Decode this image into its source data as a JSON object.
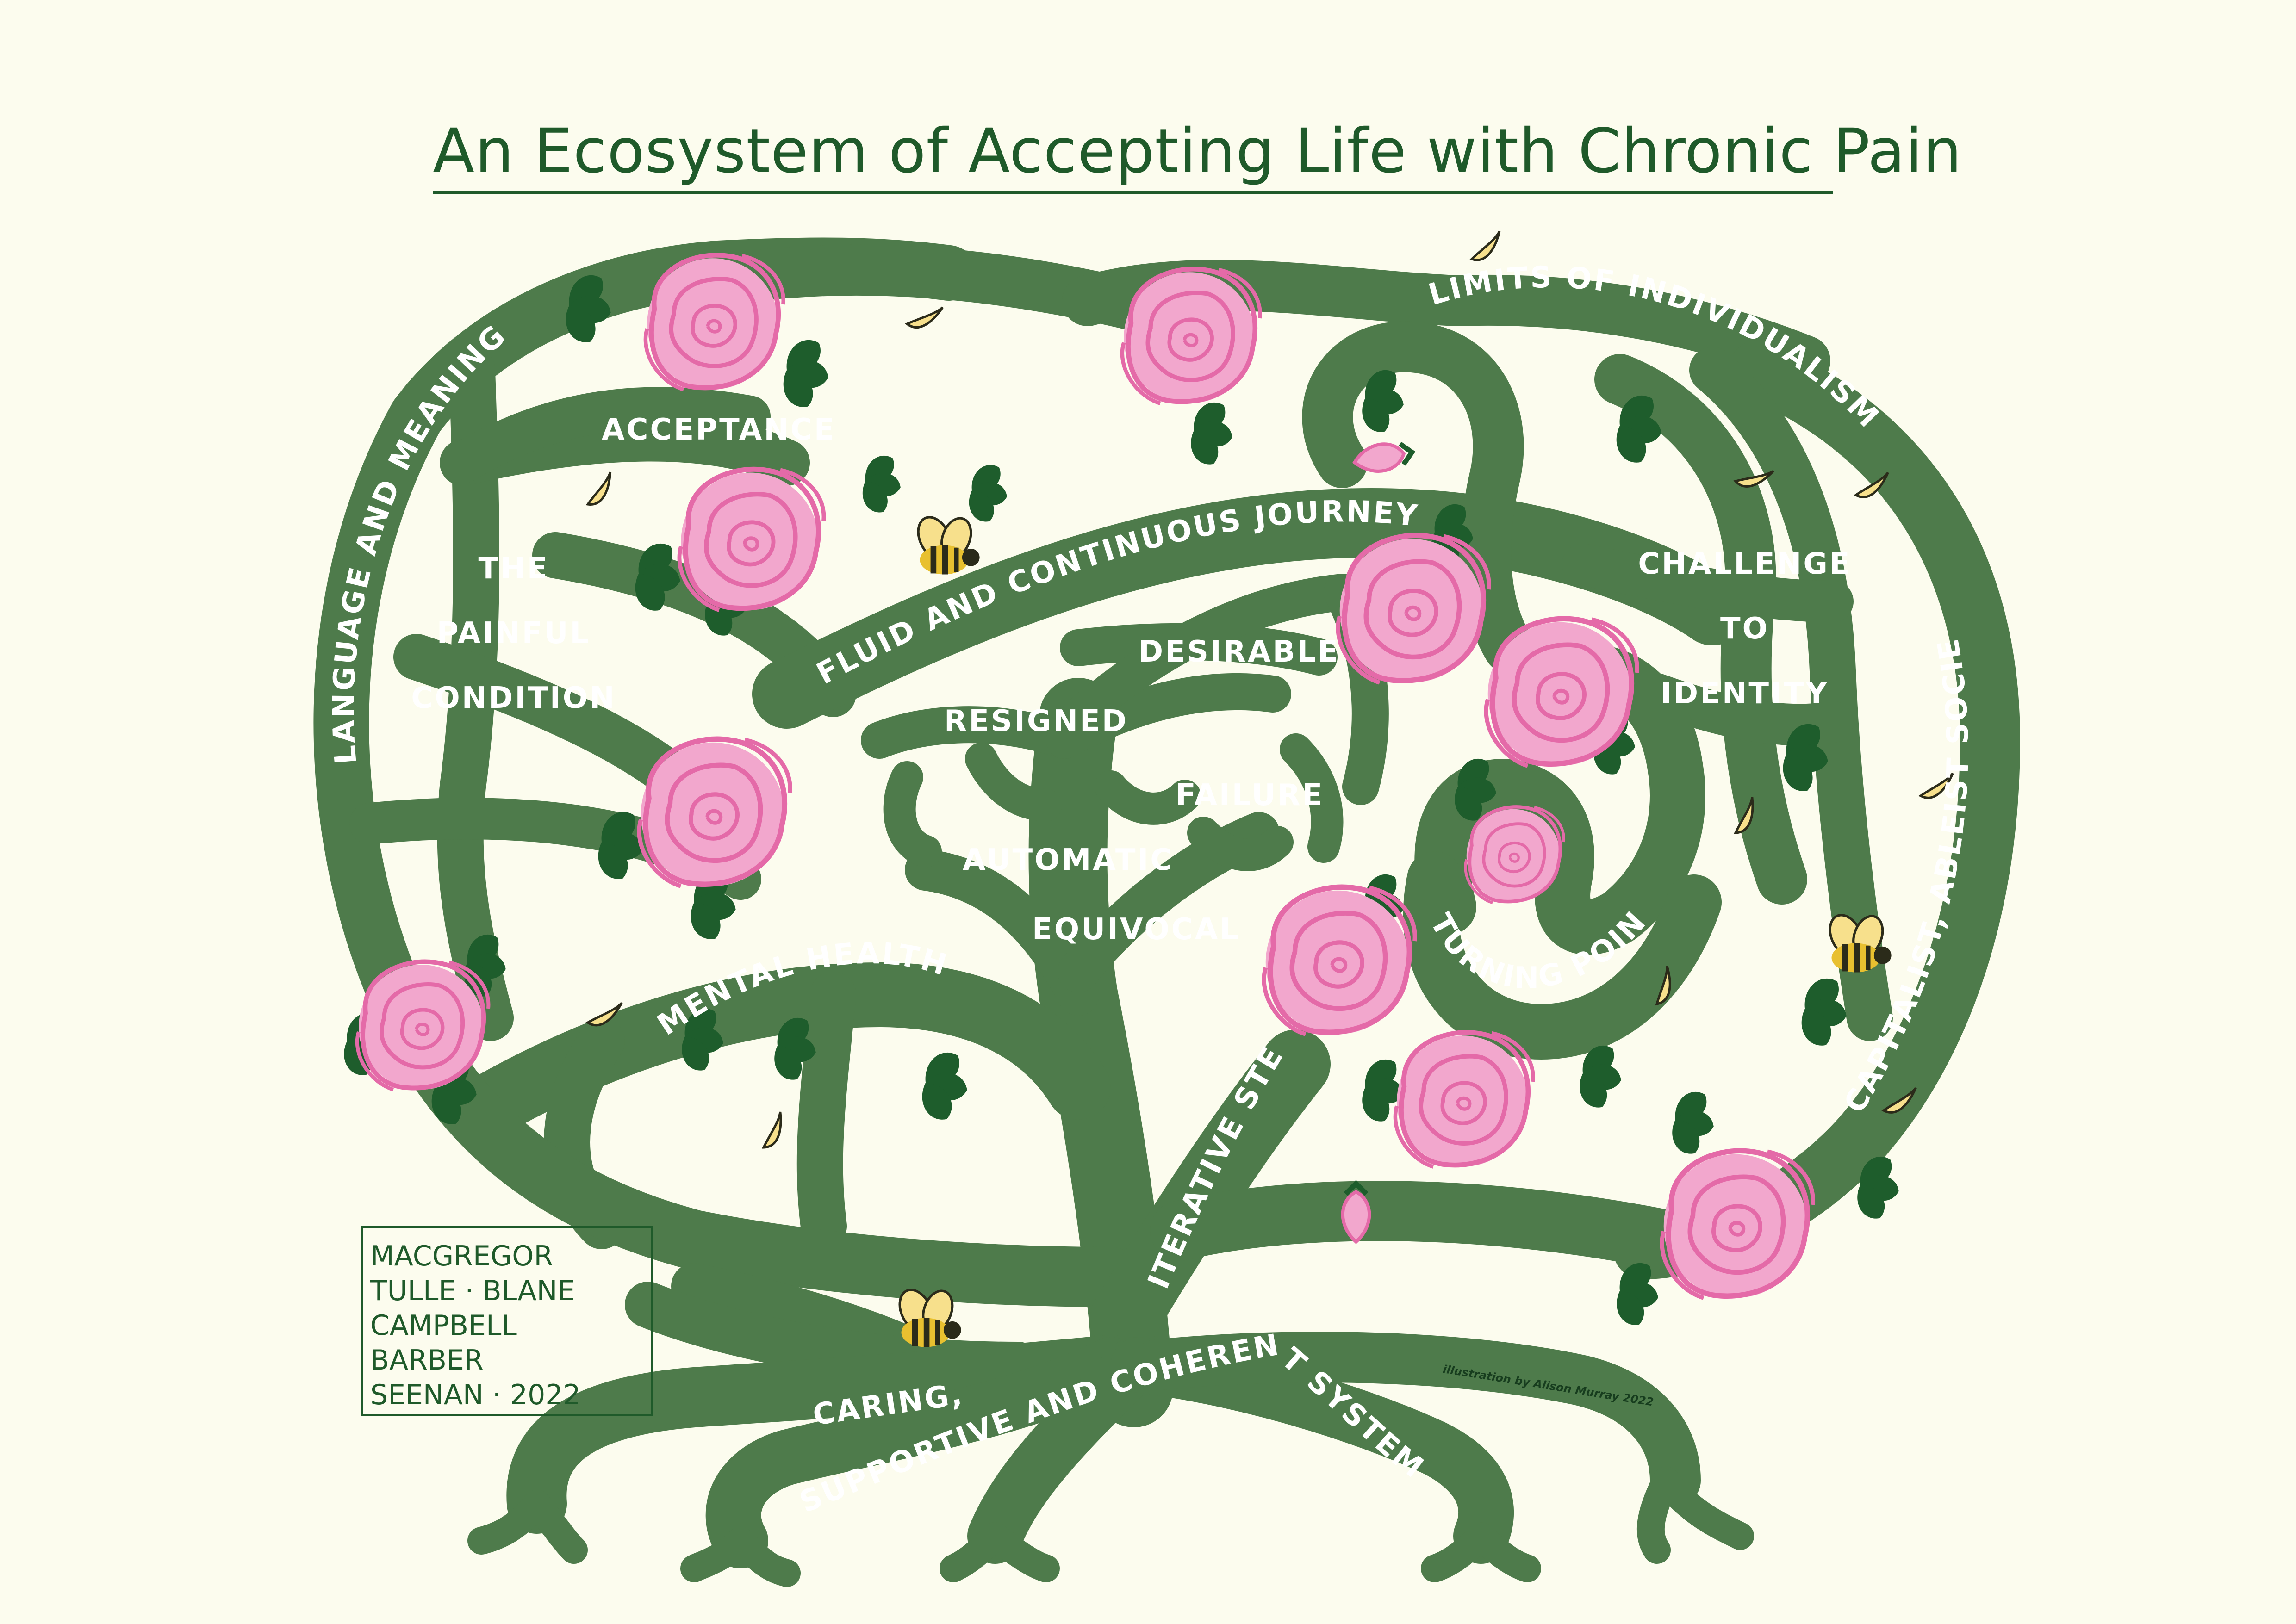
{
  "title": "An Ecosystem of Accepting Life with Chronic Pain",
  "colors": {
    "background": "#fcfcee",
    "branch": "#4e7b4b",
    "leaf": "#1e5d2c",
    "rose": "#f2a7cd",
    "rose_edge": "#e46aa8",
    "title": "#1f5a2a",
    "bee_yellow": "#f7e08c"
  },
  "icons": [
    "rose-icon",
    "rosebud-icon",
    "leaf-icon",
    "bee-icon",
    "falling-petal-icon"
  ],
  "labels": {
    "language_and_meaning": "LANGUAGE AND MEANING",
    "acceptance": "ACCEPTANCE",
    "painful_1": "THE",
    "painful_2": "PAINFUL",
    "painful_3": "CONDITION",
    "fluid_journey": "FLUID AND CONTINUOUS JOURNEY",
    "limits_of_individualism": "LIMITS OF INDIVIDUALISM",
    "challenge_1": "CHALLENGE",
    "challenge_2": "TO",
    "challenge_3": "IDENTITY",
    "desirable": "DESIRABLE",
    "resigned": "RESIGNED",
    "failure": "FAILURE",
    "automatic": "AUTOMATIC",
    "equivocal": "EQUIVOCAL",
    "mental_health": "MENTAL HEALTH",
    "turning_point": "TURNING POINT",
    "iterative_steps": "ITERATIVE STEPS",
    "capitalist_society": "CAPITALIST, ABLEIST SOCIETY",
    "caring": "CARING,",
    "supportive_system": "SUPPORTIVE AND COHERENT SYSTEM"
  },
  "credits": {
    "authors": [
      "MACGREGOR",
      "TULLE · BLANE",
      "CAMPBELL",
      "BARBER",
      "SEENAN · 2022"
    ],
    "illustrator": "illustration by Alison Murray 2022"
  }
}
